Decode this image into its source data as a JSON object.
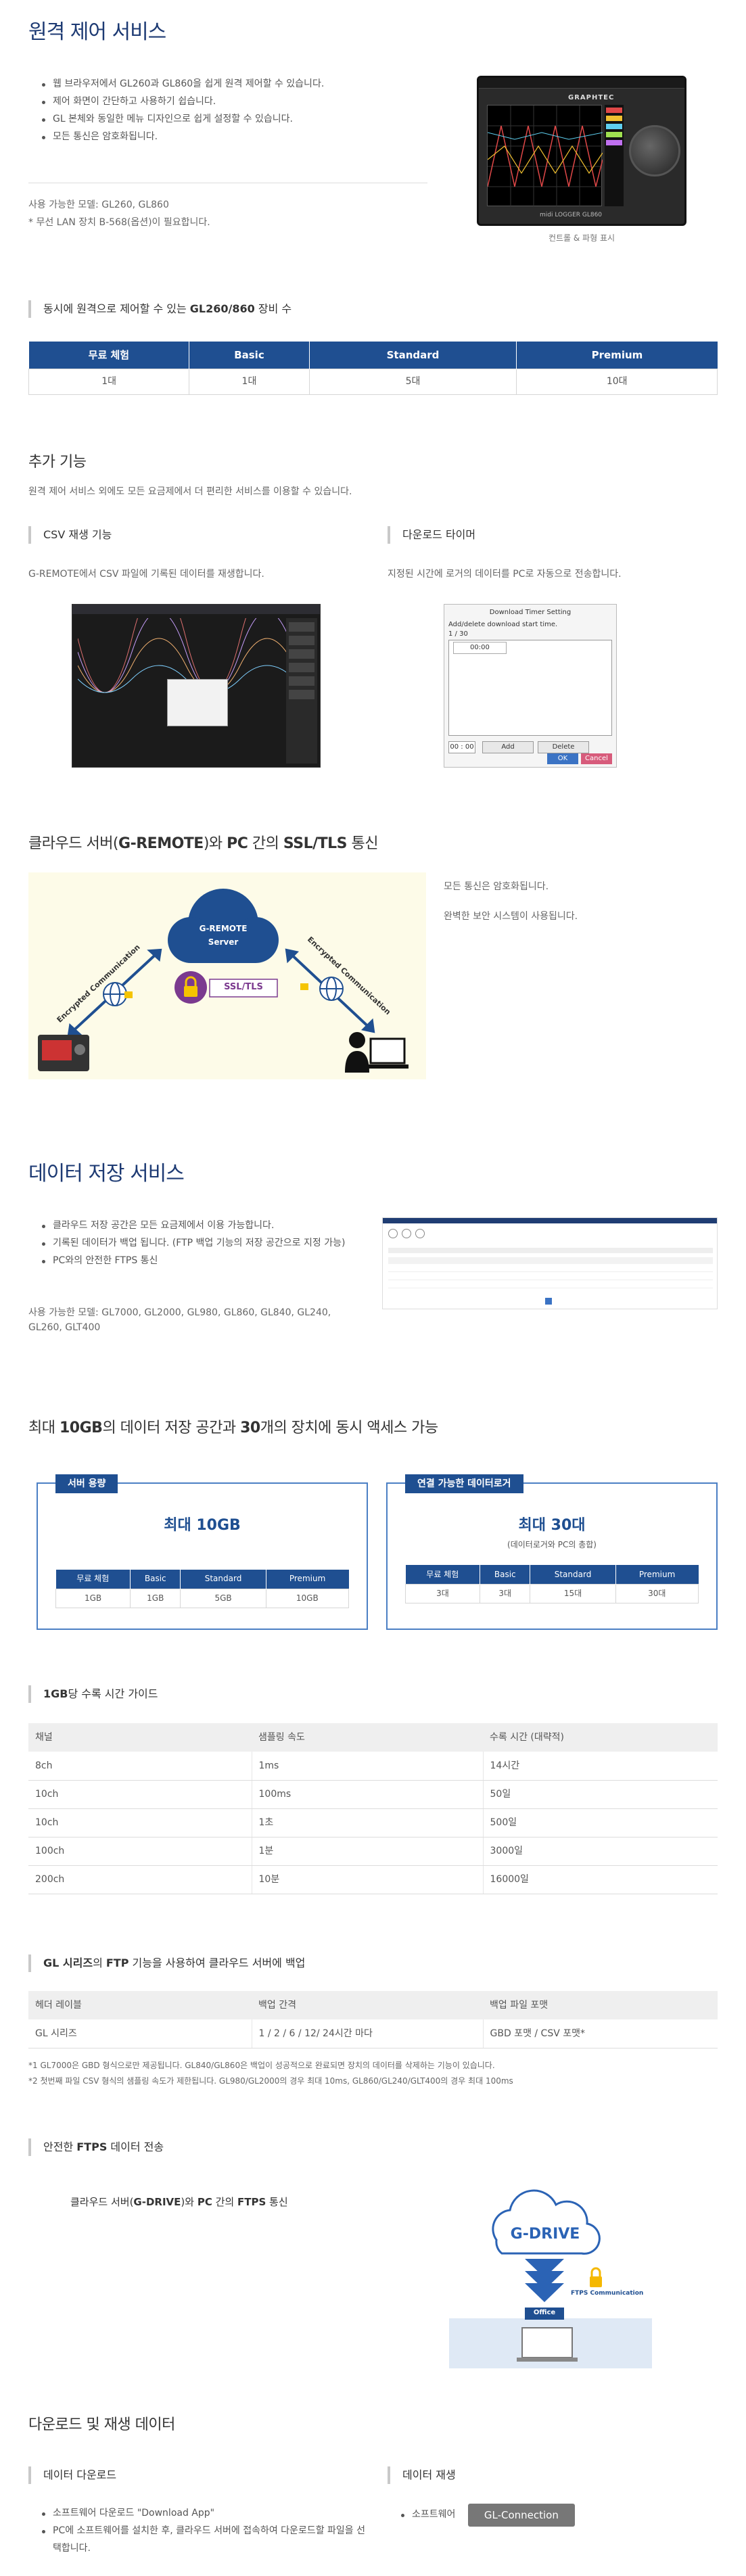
{
  "remote": {
    "title": "원격 제어 서비스",
    "bullets": [
      "웹 브라우저에서 GL260과 GL860을 쉽게 원격 제어할 수 있습니다.",
      "제어 화면이 간단하고 사용하기 쉽습니다.",
      "GL 본체와 동일한 메뉴 디자인으로 쉽게 설정할 수 있습니다.",
      "모든 통신은 암호화됩니다."
    ],
    "models_line": "사용 가능한 모델: GL260, GL860",
    "lan_note": "* 무선 LAN 장치 B-568(옵션)이 필요합니다.",
    "image_caption": "컨트롤 & 파형 표시",
    "device_brand": "GRAPHTEC",
    "device_model": "midi LOGGER GL860",
    "count_heading_pre": "동시에 원격으로 제어할 수 있는 ",
    "count_heading_bold": "GL260/860",
    "count_heading_post": " 장비 수",
    "table": {
      "headers": [
        "무료 체험",
        "Basic",
        "Standard",
        "Premium"
      ],
      "values": [
        "1대",
        "1대",
        "5대",
        "10대"
      ]
    }
  },
  "extra": {
    "title": "추가 기능",
    "desc": "원격 제어 서비스 외에도 모든 요금제에서 더 편리한 서비스를 이용할 수 있습니다.",
    "csv_heading": "CSV 재생 기능",
    "csv_desc": "G-REMOTE에서 CSV 파일에 기록된 데이터를 재생합니다.",
    "timer_heading": "다운로드 타이머",
    "timer_desc": "지정된 시간에 로거의 데이터를 PC로 자동으로 전송합니다.",
    "dialog": {
      "title": "Download Timer Setting",
      "label": "Add/delete download start time.",
      "count": "1 / 30",
      "entry": "00:00",
      "time_value": "00 : 00",
      "add": "Add",
      "delete": "Delete",
      "ok": "OK",
      "cancel": "Cancel"
    }
  },
  "ssl": {
    "title_parts": [
      "클라우드 서버(",
      "G-REMOTE",
      ")와 ",
      "PC",
      " 간의 ",
      "SSL/TLS",
      " 통신"
    ],
    "cloud_label_1": "G-REMOTE",
    "cloud_label_2": "Server",
    "ssl_label": "SSL/TLS",
    "enc_left": "Encrypted Communication",
    "enc_right": "Encrypted Communication",
    "lines": [
      "모든 통신은 암호화됩니다.",
      "완벽한 보안 시스템이 사용됩니다."
    ]
  },
  "storage": {
    "title": "데이터 저장 서비스",
    "bullets": [
      "클라우드 저장 공간은 모든 요금제에서 이용 가능합니다.",
      "기록된 데이터가 백업 됩니다. (FTP 백업 기능의 저장 공간으로 지정 가능)",
      "PC와의 안전한 FTPS 통신"
    ],
    "models_line": "사용 가능한 모델: GL7000, GL2000, GL980, GL860, GL840, GL240, GL260, GLT400",
    "headline_parts": [
      "최대 ",
      "10GB",
      "의 데이터 저장 공간과 ",
      "30",
      "개의 장치에 동시 액세스 가능"
    ],
    "card1": {
      "tag": "서버 용량",
      "big": "최대 10GB",
      "headers": [
        "무료 체험",
        "Basic",
        "Standard",
        "Premium"
      ],
      "values": [
        "1GB",
        "1GB",
        "5GB",
        "10GB"
      ]
    },
    "card2": {
      "tag": "연결 가능한 데이터로거",
      "big": "최대 30대",
      "small": "(데이터로거와 PC의 총합)",
      "headers": [
        "무료 체험",
        "Basic",
        "Standard",
        "Premium"
      ],
      "values": [
        "3대",
        "3대",
        "15대",
        "30대"
      ]
    }
  },
  "guide": {
    "heading_bold": "1GB",
    "heading_rest": "당 수록 시간 가이드",
    "headers": [
      "채널",
      "샘플링 속도",
      "수록 시간 (대략적)"
    ],
    "rows": [
      [
        "8ch",
        "1ms",
        "14시간"
      ],
      [
        "10ch",
        "100ms",
        "50일"
      ],
      [
        "10ch",
        "1초",
        "500일"
      ],
      [
        "100ch",
        "1분",
        "3000일"
      ],
      [
        "200ch",
        "10분",
        "16000일"
      ]
    ]
  },
  "ftp": {
    "heading_parts": [
      "GL 시리즈",
      "의 ",
      "FTP",
      " 기능을 사용하여 클라우드 서버에 백업"
    ],
    "headers": [
      "헤더 레이블",
      "백업 간격",
      "백업 파일 포맷"
    ],
    "row": [
      "GL 시리즈",
      "1 / 2 / 6 / 12/ 24시간 마다",
      "GBD 포맷 / CSV 포맷*"
    ],
    "notes": [
      "*1 GL7000은 GBD 형식으로만 제공됩니다. GL840/GL860은 백업이 성공적으로 완료되면 장치의 데이터를 삭제하는 기능이 있습니다.",
      "*2 첫번째 파일 CSV 형식의 샘플링 속도가 제한됩니다. GL980/GL2000의 경우 최대 10ms, GL860/GL240/GLT400의 경우 최대 100ms"
    ]
  },
  "ftps": {
    "heading_bold": "FTPS",
    "heading_pre": "안전한 ",
    "heading_post": " 데이터 전송",
    "sub_parts": [
      "클라우드 서버(",
      "G-DRIVE",
      ")와 ",
      "PC",
      " 간의 ",
      "FTPS",
      " 통신"
    ],
    "gdrive_label": "G-DRIVE",
    "ftps_comm": "FTPS Communication",
    "office_label": "Office"
  },
  "download": {
    "title": "다운로드 및 재생 데이터",
    "dl_heading": "데이터 다운로드",
    "dl_bullets": [
      "소프트웨어 다운로드 \"Download App\"",
      "PC에 소프트웨어를 설치한 후, 클라우드 서버에 접속하여 다운로드할 파일을 선택합니다."
    ],
    "play_heading": "데이터 재생",
    "play_label": "소프트웨어",
    "play_button": "GL-Connection"
  }
}
